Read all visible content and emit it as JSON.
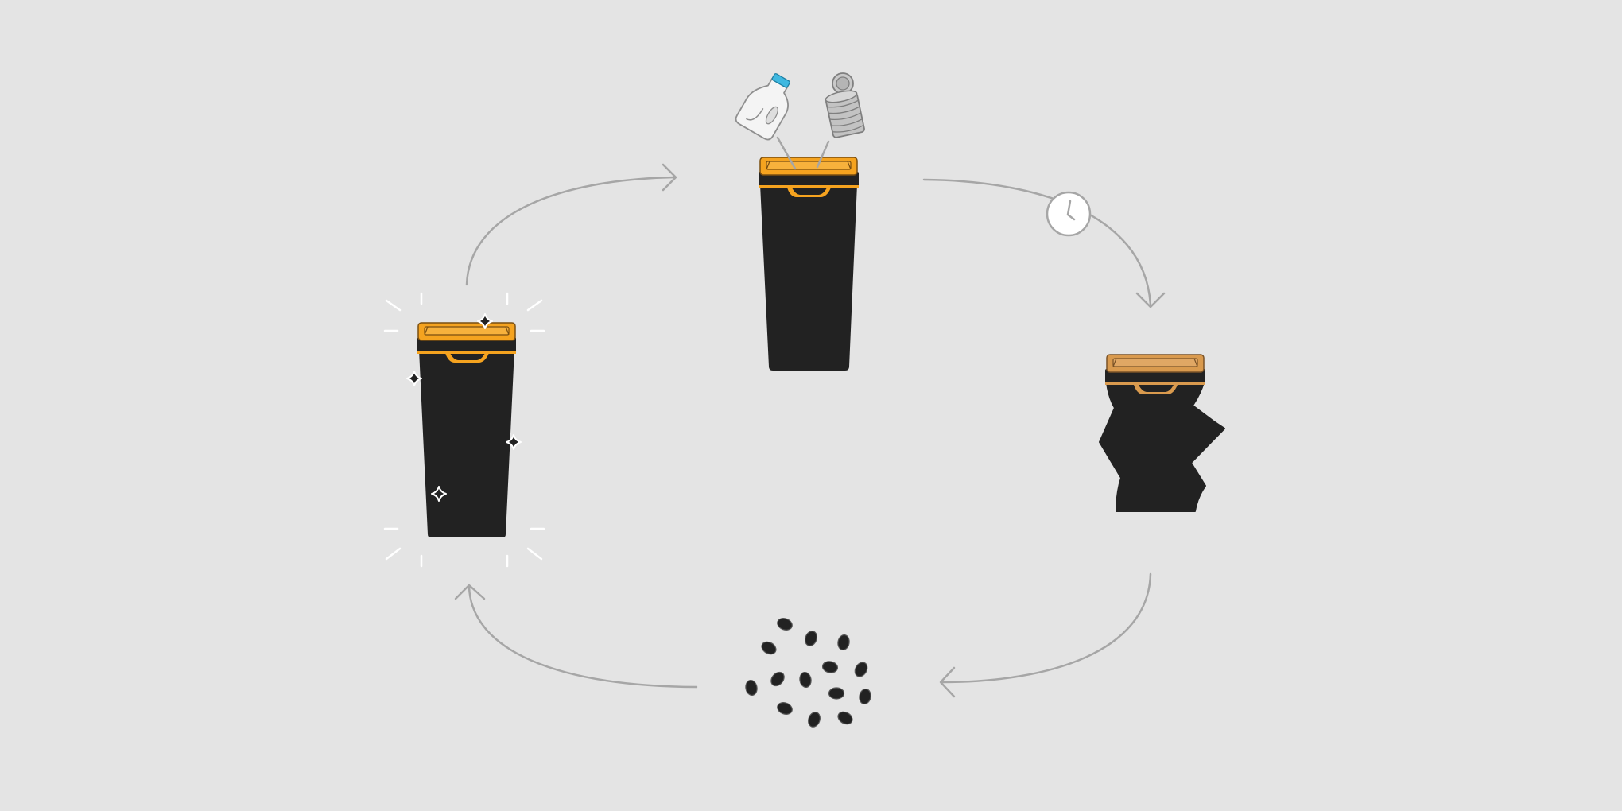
{
  "diagram": {
    "type": "cycle",
    "background": "#e4e4e4",
    "colors": {
      "bin_body": "#222222",
      "lid_orange": "#f5a31f",
      "lid_worn": "#d99a4e",
      "arrow_gray": "#a6a6a6",
      "sparkle_white": "#ffffff",
      "bottle_cap_blue": "#3fb8e0"
    },
    "stages": [
      {
        "name": "clean-new-bin",
        "icons": [
          "bin-icon",
          "sparkle-icon"
        ]
      },
      {
        "name": "bin-receiving-waste",
        "icons": [
          "bin-icon",
          "plastic-bottle-icon",
          "tin-can-icon"
        ]
      },
      {
        "name": "aged-broken-bin",
        "icons": [
          "broken-bin-icon",
          "clock-icon"
        ]
      },
      {
        "name": "recycled-pellets",
        "icons": [
          "pellets-icon"
        ]
      }
    ],
    "flow": [
      "clean-new-bin",
      "bin-receiving-waste",
      "aged-broken-bin",
      "recycled-pellets",
      "clean-new-bin"
    ]
  }
}
